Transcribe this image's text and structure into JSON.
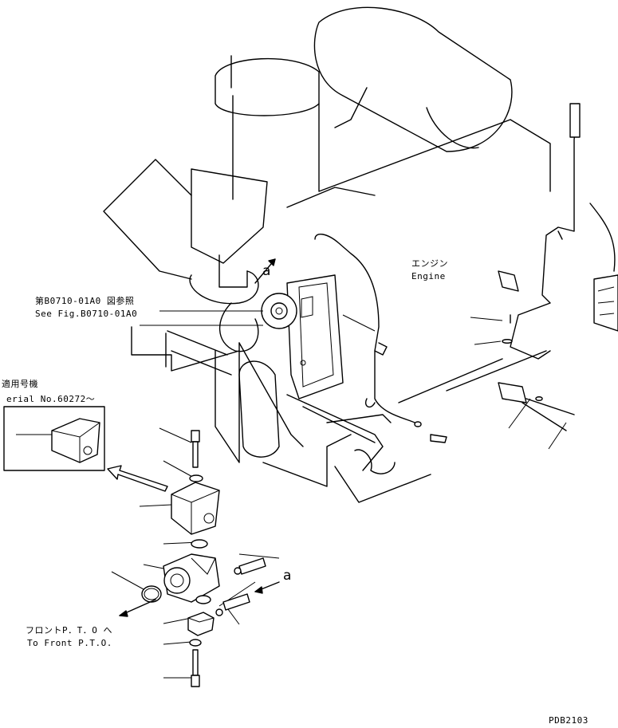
{
  "labels": {
    "engine_jp": "エンジン",
    "engine_en": "Engine",
    "ref_jp": "第B0710-01A0 図参照",
    "ref_en": "See Fig.B0710-01A0",
    "apply_jp": "適用号機",
    "serial": "erial No.60272～",
    "front_pto_jp": "フロントP．T．O へ",
    "front_pto_en": "To Front P.T.O.",
    "marker_a": "a",
    "drawing_code": "PDB2103"
  }
}
